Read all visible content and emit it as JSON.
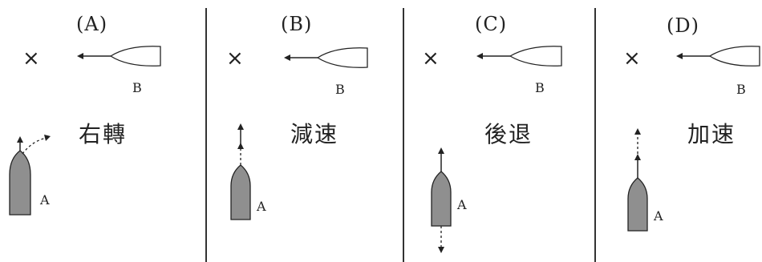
{
  "panels": [
    {
      "label": "(A)",
      "action": "右轉",
      "target_marker": "×",
      "ship_b": "B",
      "ship_a": "A"
    },
    {
      "label": "(B)",
      "action": "減速",
      "target_marker": "×",
      "ship_b": "B",
      "ship_a": "A"
    },
    {
      "label": "(C)",
      "action": "後退",
      "target_marker": "×",
      "ship_b": "B",
      "ship_a": "A"
    },
    {
      "label": "(D)",
      "action": "加速",
      "target_marker": "×",
      "ship_b": "B",
      "ship_a": "A"
    }
  ],
  "colors": {
    "ship_a_fill": "#8f8f8f",
    "line": "#222222"
  }
}
